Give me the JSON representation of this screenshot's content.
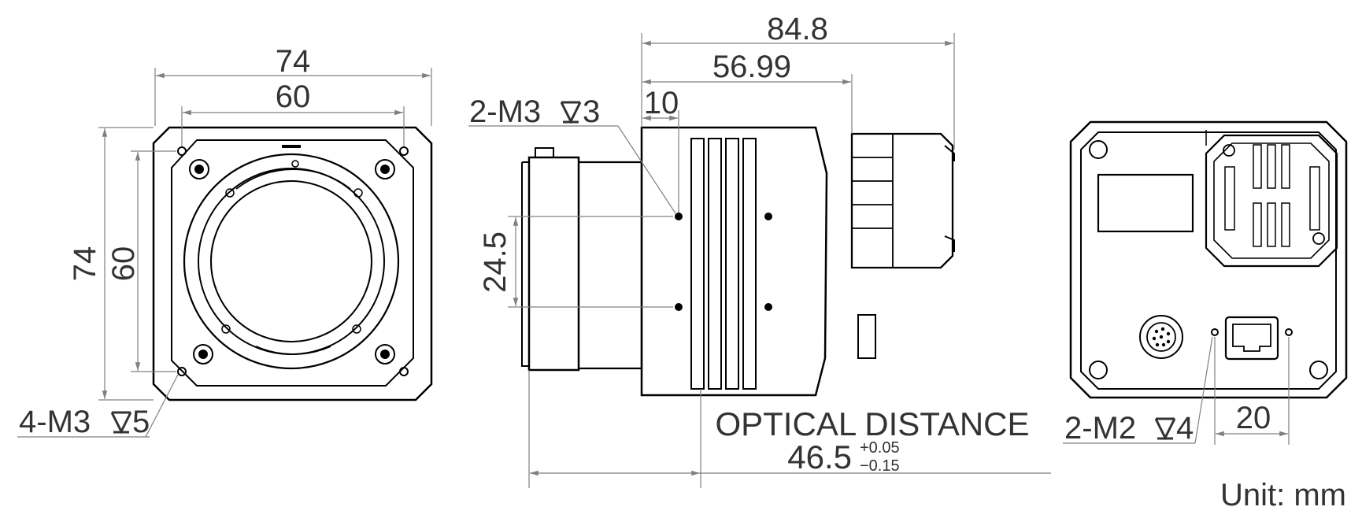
{
  "colors": {
    "outline": "#000000",
    "dimension": "#808080",
    "text": "#333333",
    "background": "#ffffff"
  },
  "front_view": {
    "width_outer": "74",
    "width_holes": "60",
    "height_outer": "74",
    "height_holes": "60",
    "hole_callout": "4-M3",
    "hole_depth": "5"
  },
  "side_view": {
    "total_length": "84.8",
    "body_length": "56.99",
    "hole_offset": "10",
    "hole_callout": "2-M3",
    "hole_depth": "3",
    "hole_spacing": "24.5",
    "optical_title": "OPTICAL DISTANCE",
    "optical_value": "46.5",
    "tol_plus": "+0.05",
    "tol_minus": "−0.15"
  },
  "rear_view": {
    "hole_callout": "2-M2",
    "hole_depth": "4",
    "hole_spacing": "20"
  },
  "unit_label": "Unit: mm"
}
